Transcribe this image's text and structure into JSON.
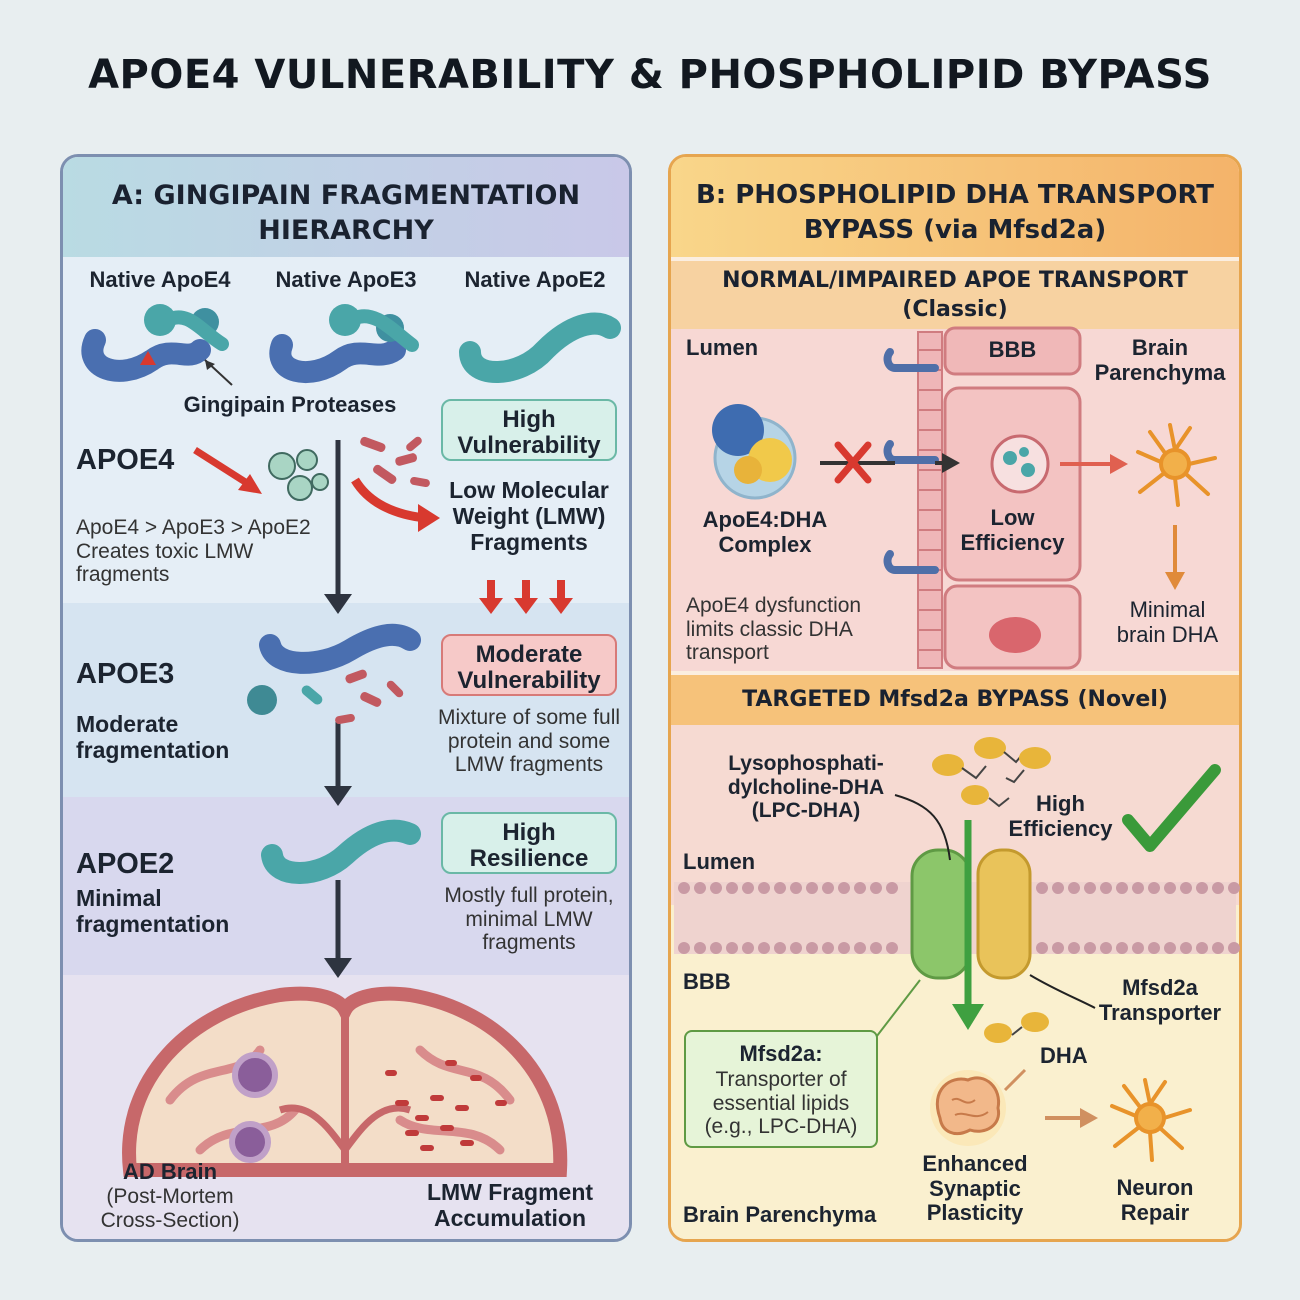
{
  "title": "APOE4 VULNERABILITY & PHOSPHOLIPID BYPASS",
  "panel_a": {
    "header": "A: GINGIPAIN FRAGMENTATION\nHIERARCHY",
    "native_labels": [
      "Native ApoE4",
      "Native ApoE3",
      "Native ApoE2"
    ],
    "gingipain_label": "Gingipain Proteases",
    "apoe4": {
      "label": "APOE4",
      "description": "ApoE4 > ApoE3 > ApoE2\nCreates toxic LMW\nfragments",
      "badge": "High\nVulnerability",
      "fragments_label": "Low Molecular\nWeight (LMW)\nFragments"
    },
    "apoe3": {
      "label": "APOE3",
      "sublabel": "Moderate\nfragmentation",
      "badge": "Moderate\nVulnerability",
      "description": "Mixture of some full\nprotein and some\nLMW fragments"
    },
    "apoe2": {
      "label": "APOE2",
      "sublabel": "Minimal\nfragmentation",
      "badge": "High\nResilience",
      "description": "Mostly full protein,\nminimal LMW\nfragments"
    },
    "brain": {
      "label_bold": "AD Brain",
      "label_rest": "(Post-Mortem\nCross-Section)",
      "accumulation": "LMW Fragment\nAccumulation"
    }
  },
  "panel_b": {
    "header": "B: PHOSPHOLIPID DHA TRANSPORT\nBYPASS (via Mfsd2a)",
    "classic": {
      "header": "NORMAL/IMPAIRED APOE TRANSPORT\n(Classic)",
      "lumen": "Lumen",
      "bbb": "BBB",
      "parenchyma": "Brain\nParenchyma",
      "complex": "ApoE4:DHA\nComplex",
      "efficiency": "Low\nEfficiency",
      "minimal": "Minimal\nbrain DHA",
      "note": "ApoE4 dysfunction\nlimits classic DHA\ntransport"
    },
    "bypass": {
      "header": "TARGETED Mfsd2a BYPASS (Novel)",
      "lpc": "Lysophosphati-\ndylcholine-DHA\n(LPC-DHA)",
      "efficiency": "High\nEfficiency",
      "lumen": "Lumen",
      "bbb": "BBB",
      "transporter": "Mfsd2a\nTransporter",
      "dha": "DHA",
      "box_title": "Mfsd2a:",
      "box_body": "Transporter of\nessential lipids\n(e.g., LPC-DHA)",
      "synaptic": "Enhanced\nSynaptic\nPlasticity",
      "repair": "Neuron\nRepair",
      "parenchyma": "Brain Parenchyma"
    }
  },
  "colors": {
    "protein_blue": "#4a6fb0",
    "protein_teal": "#4aa6a8",
    "arrow_red": "#d8392f",
    "check_green": "#3a9a3a",
    "neuron_orange": "#e8932a",
    "membrane_pink": "#e7a3a6",
    "transporter_green": "#8cc66a",
    "transporter_yellow": "#e9c35a"
  }
}
